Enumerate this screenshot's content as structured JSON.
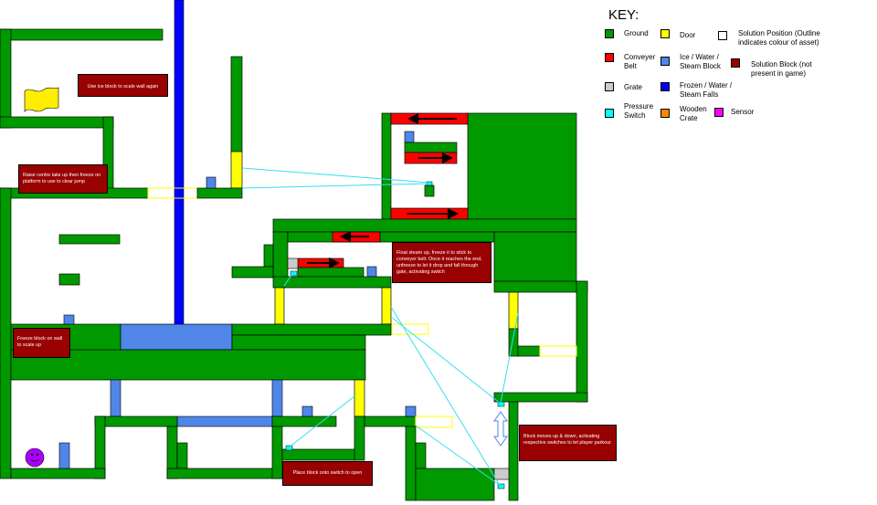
{
  "key": {
    "title": "KEY:",
    "items": [
      {
        "label": "Ground",
        "color": "#009900",
        "outline": "#000000"
      },
      {
        "label": "Door",
        "color": "#ffff00",
        "outline": "#000000"
      },
      {
        "label": "Solution Position (Outline indicates colour of asset)",
        "color": "#ffffff",
        "outline": "#000000"
      },
      {
        "label": "Conveyer Belt",
        "color": "#ff0000",
        "outline": "#000000"
      },
      {
        "label": "Ice / Water / Steam Block",
        "color": "#4f86e8",
        "outline": "#000000"
      },
      {
        "label": "Solution Block (not present in game)",
        "color": "#990000",
        "outline": "#000000"
      },
      {
        "label": "Grate",
        "color": "#cccccc",
        "outline": "#000000"
      },
      {
        "label": "Frozen / Water / Steam Falls",
        "color": "#0000ff",
        "outline": "#000000"
      },
      {
        "label": "Pressure Switch",
        "color": "#00ffff",
        "outline": "#000000"
      },
      {
        "label": "Wooden Crate",
        "color": "#ff8800",
        "outline": "#000000"
      },
      {
        "label": "Sensor",
        "color": "#ff00ff",
        "outline": "#000000"
      }
    ]
  },
  "notes": {
    "ice_wall": "Use ice block to scale wall again",
    "lake_freeze": "Raise centre lake up then freeze on platform to use to clear jump",
    "steam": "Float steam up, freeze it to stick to conveyer belt. Once it reaches the end, unfreeze to let it drop and fall through gate, activating switch",
    "freeze_wall": "Freeze block on wall to scale up",
    "moving_block": "Block moves up & down, activating respective switches to let player parkour",
    "place_block": "Place block onto switch to open"
  }
}
